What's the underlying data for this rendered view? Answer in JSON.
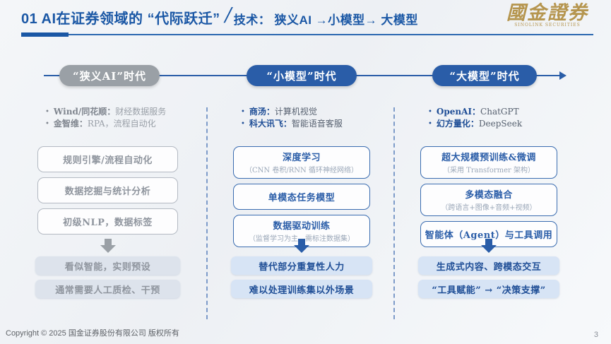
{
  "header": {
    "title_main": "01 AI在证券领域的 “代际跃迁”",
    "title_slash": "/",
    "title_sub": "技术： 狭义AI →小模型→ 大模型",
    "logo_zh": "國金證券",
    "logo_en": "SINOLINK SECURITIES"
  },
  "timeline": {
    "eras": [
      {
        "label": "“狭义AI”时代"
      },
      {
        "label": "“小模型”时代"
      },
      {
        "label": "“大模型”时代"
      }
    ]
  },
  "columns": [
    {
      "bullets": [
        {
          "label": "Wind/同花顺：",
          "value": "财经数据服务"
        },
        {
          "label": "金智维：",
          "value": "RPA，流程自动化"
        }
      ],
      "boxes": [
        {
          "title": "规则引擎/流程自动化"
        },
        {
          "title": "数据挖掘与统计分析"
        },
        {
          "title": "初级NLP，数据标签"
        }
      ],
      "results": [
        "看似智能，实则预设",
        "通常需要人工质检、干预"
      ]
    },
    {
      "bullets": [
        {
          "label": "商汤：",
          "value": "计算机视觉"
        },
        {
          "label": "科大讯飞：",
          "value": "智能语音客服"
        }
      ],
      "boxes": [
        {
          "title": "深度学习",
          "subtitle": "（CNN 卷积/RNN 循环神经网络）"
        },
        {
          "title": "单模态任务模型"
        },
        {
          "title": "数据驱动训练",
          "subtitle": "（监督学习为主，需标注数据集）"
        }
      ],
      "results": [
        "替代部分重复性人力",
        "难以处理训练集以外场景"
      ]
    },
    {
      "bullets": [
        {
          "label": "OpenAI：",
          "value": "ChatGPT"
        },
        {
          "label": "幻方量化：",
          "value": "DeepSeek"
        }
      ],
      "boxes": [
        {
          "title": "超大规模预训练&微调",
          "subtitle": "（采用 Transformer 架构）"
        },
        {
          "title": "多模态融合",
          "subtitle": "（跨语言+图像+音频+视频）"
        },
        {
          "title": "智能体（Agent）与工具调用"
        }
      ],
      "results": [
        "生成式内容、跨模态交互",
        "“工具赋能” → “决策支撑”"
      ]
    }
  ],
  "footer": {
    "copyright": "Copyright © 2025 国金证券股份有限公司 版权所有",
    "page_number": "3"
  },
  "colors": {
    "accent_blue": "#2a5da8",
    "title_blue": "#1a57a5",
    "era_gray": "#9aa0a6",
    "logo_gold": "#b5954e",
    "result_blue_bg": "#d7e4f5",
    "result_gray_bg": "#dde3ec"
  }
}
